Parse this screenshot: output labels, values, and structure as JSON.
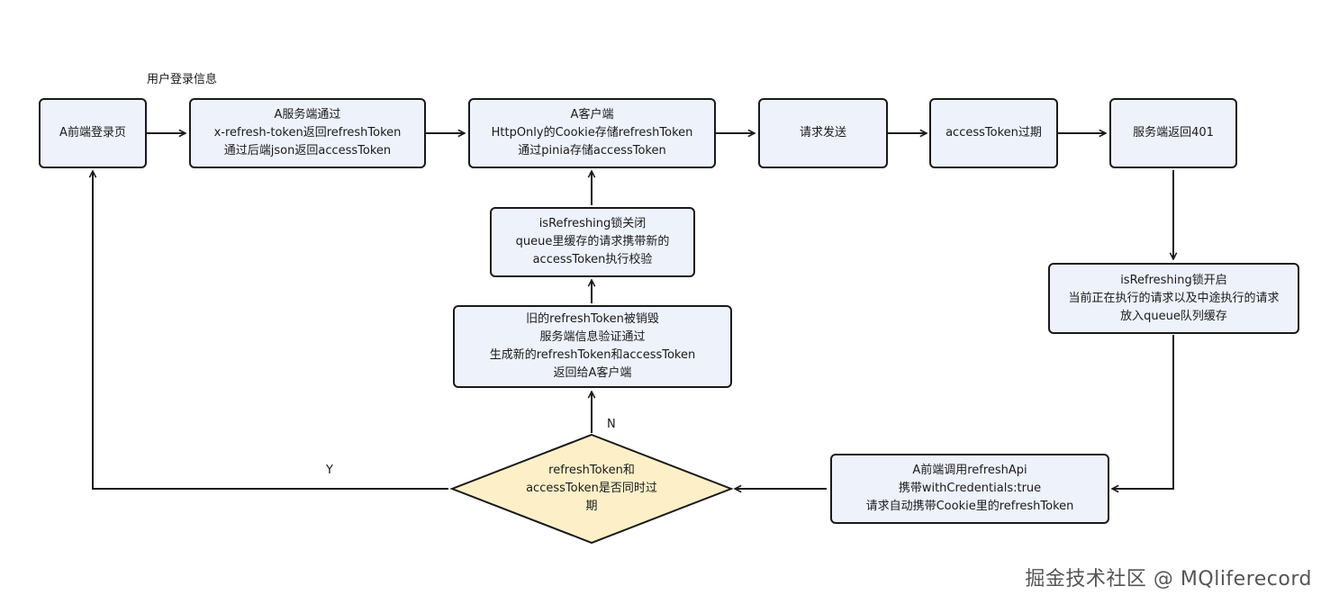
{
  "diagram": {
    "colors": {
      "node_fill": "#eef2fb",
      "decision_fill": "#fdf0c8",
      "stroke": "#1a1a1a"
    },
    "nodes": {
      "login_page": [
        "A前端登录页"
      ],
      "server_a": [
        "A服务端通过",
        "x-refresh-token返回refreshToken",
        "通过后端json返回accessToken"
      ],
      "client_a": [
        "A客户端",
        "HttpOnly的Cookie存储refreshToken",
        "通过pinia存储accessToken"
      ],
      "send_request": [
        "请求发送"
      ],
      "token_expired": [
        "accessToken过期"
      ],
      "server_401": [
        "服务端返回401"
      ],
      "lock_on": [
        "isRefreshing锁开启",
        "当前正在执行的请求以及中途执行的请求",
        "放入queue队列缓存"
      ],
      "call_refresh": [
        "A前端调用refreshApi",
        "携带withCredentials:true",
        "请求自动携带Cookie里的refreshToken"
      ],
      "decision": [
        "refreshToken和",
        "accessToken是否同时过",
        "期"
      ],
      "token_renew": [
        "旧的refreshToken被销毁",
        "服务端信息验证通过",
        "生成新的refreshToken和accessToken",
        "返回给A客户端"
      ],
      "lock_off": [
        "isRefreshing锁关闭",
        "queue里缓存的请求携带新的",
        "accessToken执行校验"
      ]
    },
    "edge_labels": {
      "user_login_info": "用户登录信息",
      "yes": "Y",
      "no": "N"
    }
  },
  "watermark": "掘金技术社区 @ MQliferecord"
}
